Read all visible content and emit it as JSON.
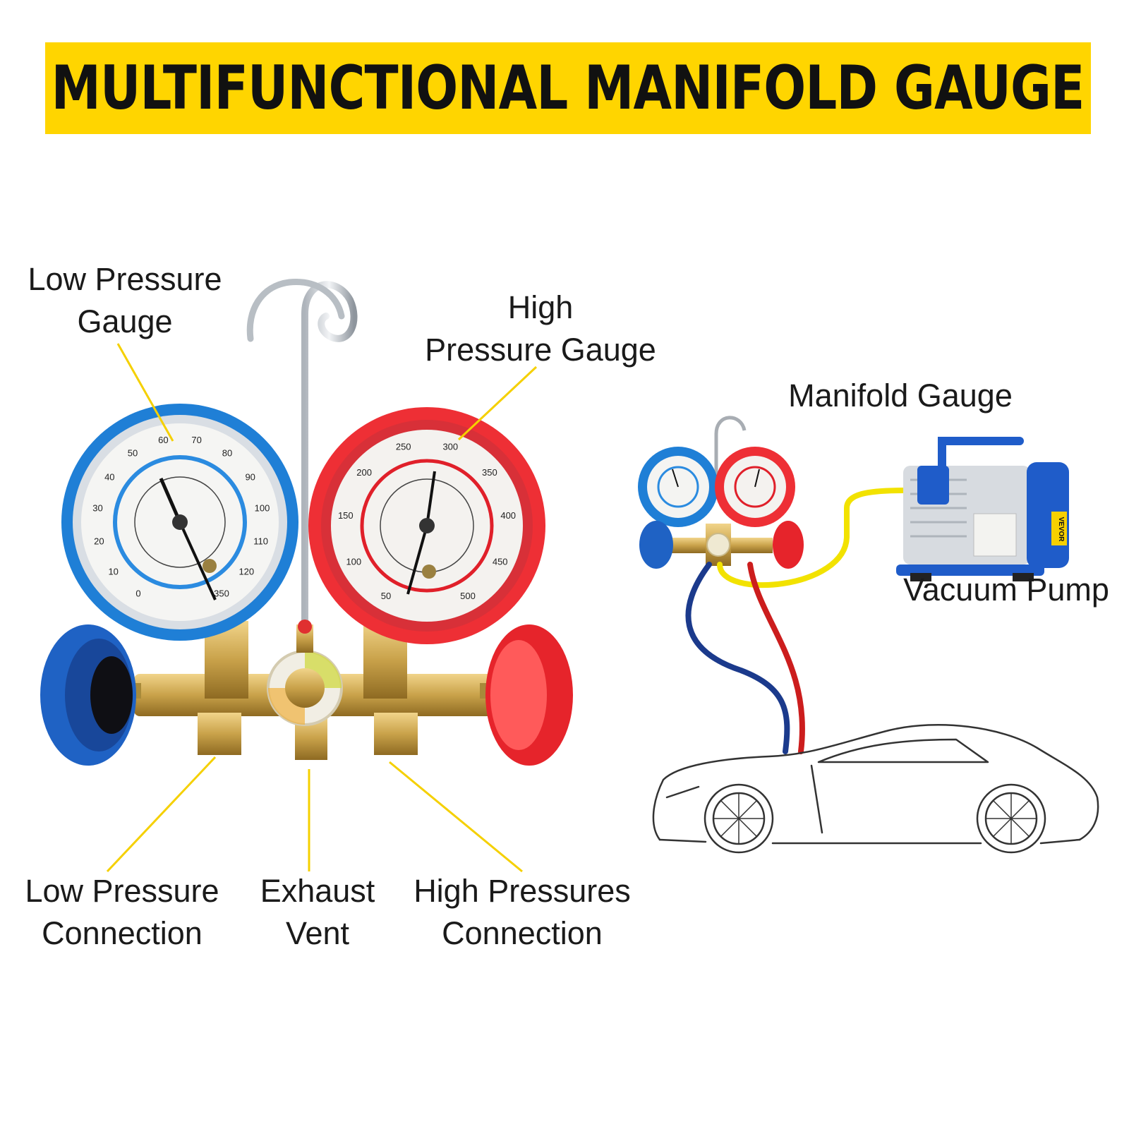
{
  "banner": {
    "title": "MULTIFUNCTIONAL MANIFOLD GAUGE"
  },
  "labels": {
    "low_gauge": [
      "Low Pressure",
      "Gauge"
    ],
    "high_gauge": [
      "High",
      "Pressure Gauge"
    ],
    "low_conn": [
      "Low Pressure",
      "Connection"
    ],
    "exhaust": [
      "Exhaust",
      "Vent"
    ],
    "high_conn": [
      "High Pressures",
      "Connection"
    ],
    "manifold": "Manifold Gauge",
    "pump": "Vacuum Pump"
  },
  "gauge_low": {
    "outer_ticks": [
      "0",
      "10",
      "20",
      "30",
      "40",
      "50",
      "60",
      "70",
      "80",
      "90",
      "100",
      "110",
      "120",
      "350"
    ]
  },
  "gauge_high": {
    "outer_ticks": [
      "50",
      "100",
      "150",
      "200",
      "250",
      "300",
      "350",
      "400",
      "450",
      "500"
    ]
  },
  "colors": {
    "banner": "#ffd500",
    "callout": "#f5d000",
    "low_side": "#1e6fd0",
    "high_side": "#e8202a",
    "brass": "#c9a24a",
    "hose_yellow": "#f2e200",
    "hose_blue": "#1b3a8c",
    "hose_red": "#cc1d1d"
  },
  "pump": {
    "brand": "VEVOR"
  }
}
